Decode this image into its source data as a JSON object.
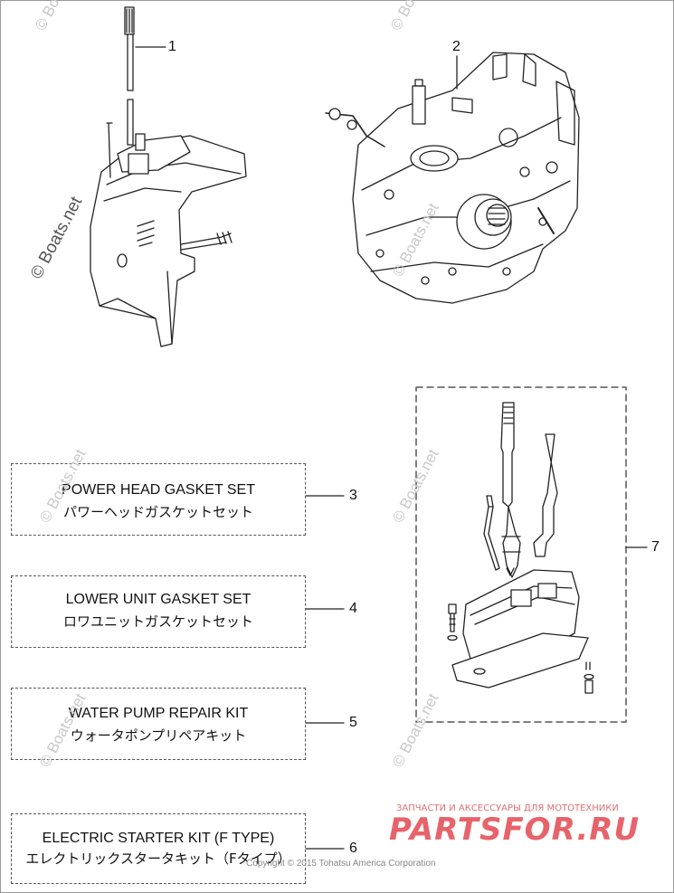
{
  "callouts": [
    {
      "number": "1"
    },
    {
      "number": "2"
    },
    {
      "number": "3",
      "line1": "POWER HEAD GASKET SET",
      "line2": "パワーヘッドガスケットセット"
    },
    {
      "number": "4",
      "line1": "LOWER UNIT GASKET SET",
      "line2": "ロワユニットガスケットセット"
    },
    {
      "number": "5",
      "line1": "WATER PUMP REPAIR KIT",
      "line2": "ウォータポンプリペアキット"
    },
    {
      "number": "6",
      "line1": "ELECTRIC STARTER KIT (F TYPE)",
      "line2": "エレクトリックスタータキット（Fタイプ）"
    },
    {
      "number": "7"
    }
  ],
  "watermark": {
    "text": "© Boats.net"
  },
  "branding": {
    "subtitle": "ЗАПЧАСТИ И АКСЕССУАРЫ ДЛЯ МОТОТЕХНИКИ",
    "logo": "PARTSFOR.RU",
    "copyright": "Copyright © 2015 Tohatsu America Corporation"
  }
}
